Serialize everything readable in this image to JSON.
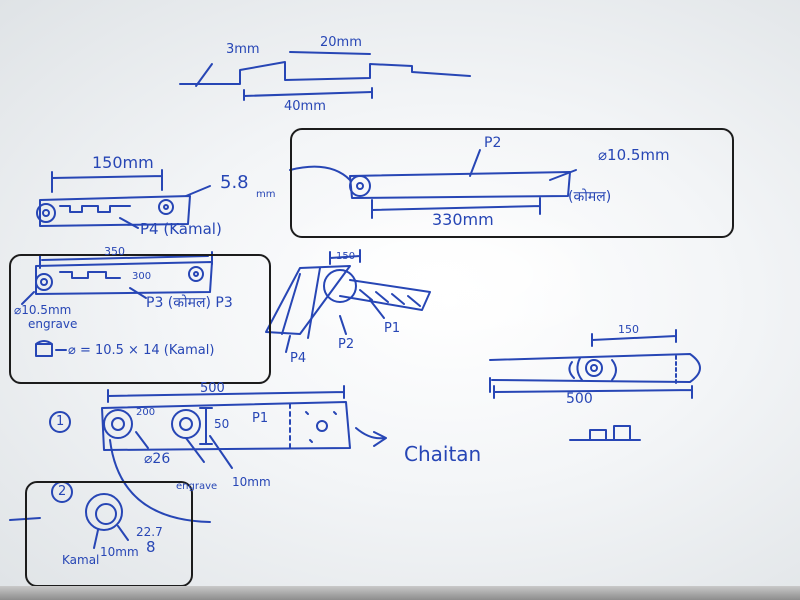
{
  "colors": {
    "ink": "#2746b5",
    "frame": "#1c1c1c",
    "board": "#f3f5f7"
  },
  "sketch_top": {
    "thickness": "3mm",
    "pitch": "20mm",
    "length": "40mm"
  },
  "sketch_link_left": {
    "length": "150mm",
    "dia": "5.8",
    "dia_unit": "mm",
    "label": "P4 (Kamal)"
  },
  "sketch_p2": {
    "label": "P2",
    "dia": "⌀10.5mm",
    "length": "330mm",
    "note": "(कोमल)"
  },
  "sketch_p3": {
    "length": "350",
    "inner": "300",
    "label": "P3 (कोमल) P3",
    "dia": "⌀10.5mm",
    "note": "engrave",
    "pin": "⌀ = 10.5 × 14 (Kamal)"
  },
  "sketch_assembly": {
    "top": "150",
    "p1": "P1",
    "p2": "P2",
    "p4": "P4"
  },
  "sketch_slot": {
    "top": "150",
    "length": "500"
  },
  "sketch_item1": {
    "number": "1",
    "length": "500",
    "inner": "200",
    "height": "50",
    "p1": "P1",
    "dia": "⌀26",
    "engrave": "engrave",
    "dim": "10mm",
    "arrow_label": "Chaitan"
  },
  "sketch_item2": {
    "number": "2",
    "dim_a": "22.7",
    "dim_b": "8",
    "dim_c": "10mm",
    "name": "Kamal"
  }
}
